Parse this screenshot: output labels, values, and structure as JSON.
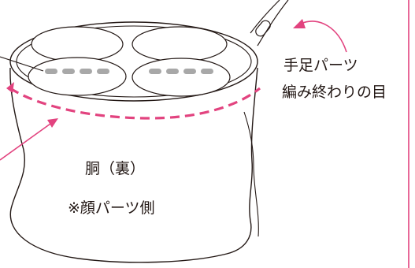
{
  "labels": {
    "body": "胴（裏）",
    "face_side": "※顔パーツ側",
    "limb_parts": "手足パーツ",
    "end_stitch": "編み終わりの目"
  },
  "colors": {
    "outline": "#231815",
    "accent_pink": "#e2437f",
    "dash_gray": "#a8a8a8",
    "background": "#ffffff"
  }
}
